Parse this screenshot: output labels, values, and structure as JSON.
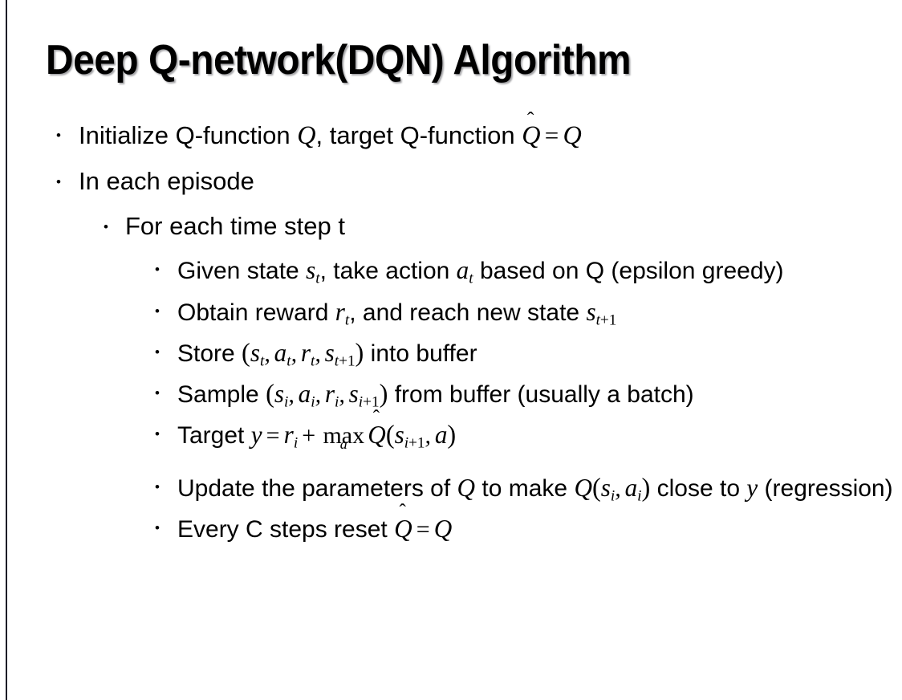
{
  "slide": {
    "title": "Deep Q-network(DQN) Algorithm",
    "background_color": "#ffffff",
    "text_color": "#000000",
    "accent_rule_color": "#1c1c26"
  },
  "bullets": {
    "b1": {
      "pre": "Initialize Q-function ",
      "var_q1": "Q",
      "mid": ", target Q-function ",
      "hat_base": "Q",
      "hat_mark": "ˆ",
      "eq": "=",
      "var_q2": "Q"
    },
    "b2": {
      "text": "In each episode"
    },
    "b3": {
      "text": "For each time step t"
    },
    "b4": {
      "pre": "Given state ",
      "s": "s",
      "s_sub": "t",
      "mid": ", take action ",
      "a": "a",
      "a_sub": "t",
      "post": " based on Q (epsilon greedy)"
    },
    "b5": {
      "pre": "Obtain reward ",
      "r": "r",
      "r_sub": "t",
      "mid": ", and reach new state ",
      "s": "s",
      "s_sub_i": "t",
      "s_sub_plus": "+1"
    },
    "b6": {
      "pre": "Store ",
      "lparen": "(",
      "s1": "s",
      "s1_sub": "t",
      "a1": "a",
      "a1_sub": "t",
      "r1": "r",
      "r1_sub": "t",
      "s2": "s",
      "s2_sub": "t",
      "s2_sub_plus": "+1",
      "rparen": ")",
      "post": " into buffer"
    },
    "b7": {
      "pre": "Sample ",
      "lparen": "(",
      "s1": "s",
      "s1_sub": "i",
      "a1": "a",
      "a1_sub": "i",
      "r1": "r",
      "r1_sub": "i",
      "s2": "s",
      "s2_sub": "i",
      "s2_sub_plus": "+1",
      "rparen": ")",
      "post": " from buffer (usually a batch)"
    },
    "b8": {
      "pre": "Target ",
      "y": "y",
      "eq": "=",
      "r": "r",
      "r_sub": "i",
      "plus": "+",
      "op": "max",
      "op_sub": "a",
      "hat_base": "Q",
      "hat_mark": "ˆ",
      "lparen": "(",
      "s": "s",
      "s_sub": "i",
      "s_sub_plus": "+1",
      "comma": ",",
      "a": "a",
      "rparen": ")"
    },
    "b9": {
      "pre": "Update the parameters of ",
      "q1": "Q",
      "mid": " to make ",
      "q2": "Q",
      "lparen": "(",
      "s": "s",
      "s_sub": "i",
      "comma": ",",
      "a": "a",
      "a_sub": "i",
      "rparen": ")",
      "post": " close to ",
      "y": "y",
      "tail": " (regression)"
    },
    "b10": {
      "pre": "Every C steps reset ",
      "hat_base": "Q",
      "hat_mark": "ˆ",
      "eq": "=",
      "q": "Q"
    }
  },
  "bullet_glyph": "•"
}
